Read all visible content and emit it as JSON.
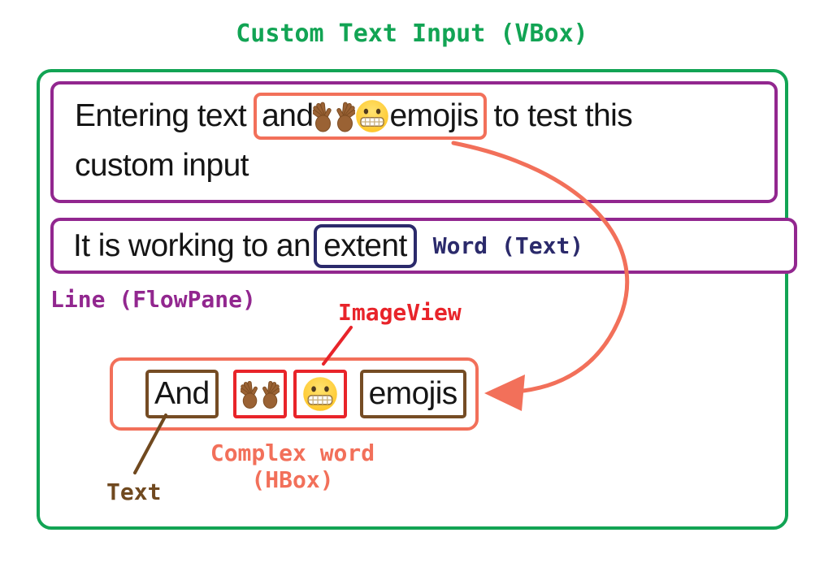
{
  "title": "Custom Text Input (VBox)",
  "colors": {
    "vbox_green": "#12a454",
    "flowpane_purple": "#92278f",
    "hbox_salmon": "#f2705a",
    "imageview_red": "#e8242a",
    "text_brown": "#70491f",
    "word_navy": "#2b2a6b"
  },
  "vbox": {
    "line1": {
      "text_start": "Entering text",
      "complex_word": {
        "word_before": "and",
        "emoji_1": {
          "name": "open-hands-medium-dark-skin-tone",
          "char": "👐🏾"
        },
        "emoji_2": {
          "name": "grimacing-face",
          "char": "😬"
        },
        "word_after": "emojis"
      },
      "text_end": "to test this",
      "text_wrap": "custom input"
    },
    "line2": {
      "text": "It is working to an",
      "boxed_word": "extent",
      "annotation": "Word (Text)"
    }
  },
  "annotations": {
    "flowpane": "Line (FlowPane)",
    "imageview": "ImageView",
    "complex_word_line1": "Complex word",
    "complex_word_line2": "(HBox)",
    "text": "Text"
  },
  "hbox": {
    "items": [
      {
        "type": "text",
        "value": "And"
      },
      {
        "type": "emoji",
        "name": "open-hands-medium-dark-skin-tone",
        "char": "👐🏾"
      },
      {
        "type": "emoji",
        "name": "grimacing-face",
        "char": "😬"
      },
      {
        "type": "text",
        "value": "emojis"
      }
    ]
  }
}
